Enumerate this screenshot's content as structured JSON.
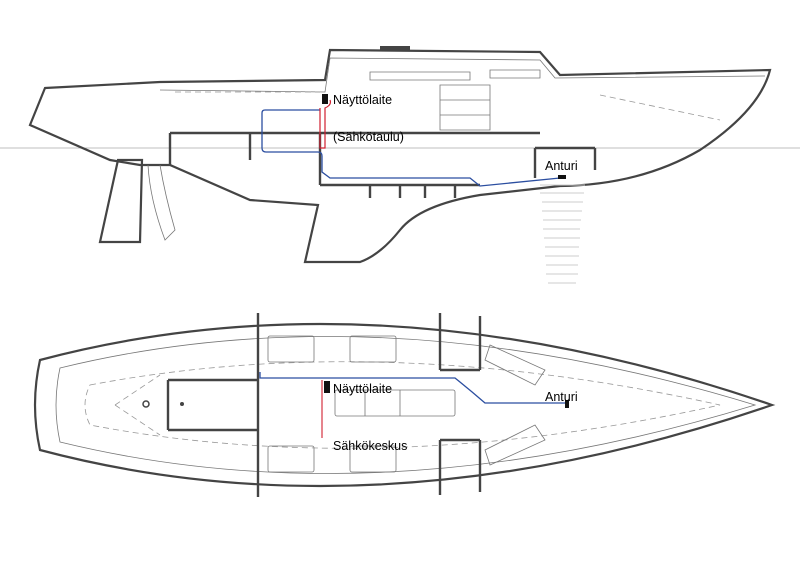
{
  "side_view": {
    "display_label": "Näyttölaite",
    "panel_label": "(Sähkötaulu)",
    "sensor_label": "Anturi"
  },
  "plan_view": {
    "display_label": "Näyttölaite",
    "panel_label": "Sähkökeskus",
    "sensor_label": "Anturi"
  },
  "colors": {
    "wire_blue": "#2b4ea0",
    "wire_red": "#d02030",
    "hull_line": "#444444"
  }
}
